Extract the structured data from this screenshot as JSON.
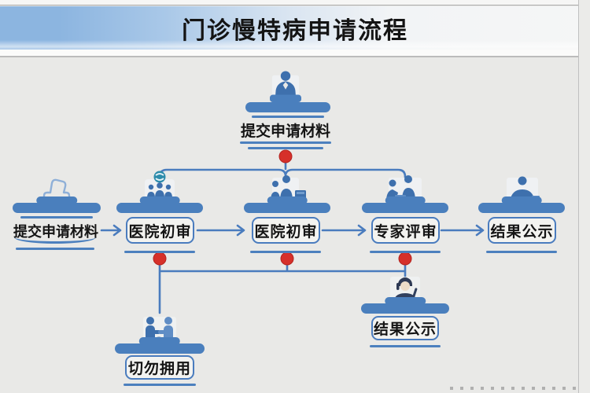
{
  "header": {
    "title": "门诊慢特病申请流程"
  },
  "colors": {
    "accent_blue": "#4a7fbd",
    "line_blue": "#4a7cbe",
    "dot_red": "#d6302a",
    "header_blue": "#8cb5e0",
    "canvas_bg": "#e9e9e7"
  },
  "flow": {
    "top_node": {
      "label": "提交申请材料",
      "icon": "reception-desk-icon"
    },
    "mid_row": [
      {
        "label": "提交申请材料",
        "boxed": false,
        "icon": "stamp-outline-icon"
      },
      {
        "label": "医院初审",
        "boxed": true,
        "icon": "review-team-icon"
      },
      {
        "label": "医院初审",
        "boxed": true,
        "icon": "desk-review-icon"
      },
      {
        "label": "专家评审",
        "boxed": true,
        "icon": "expert-discussion-icon"
      },
      {
        "label": "结果公示",
        "boxed": true,
        "icon": "announcer-icon"
      }
    ],
    "bottom_nodes": [
      {
        "label": "切勿拥用",
        "icon": "handshake-icon"
      },
      {
        "label": "结果公示",
        "icon": "headset-clerk-icon"
      }
    ]
  }
}
